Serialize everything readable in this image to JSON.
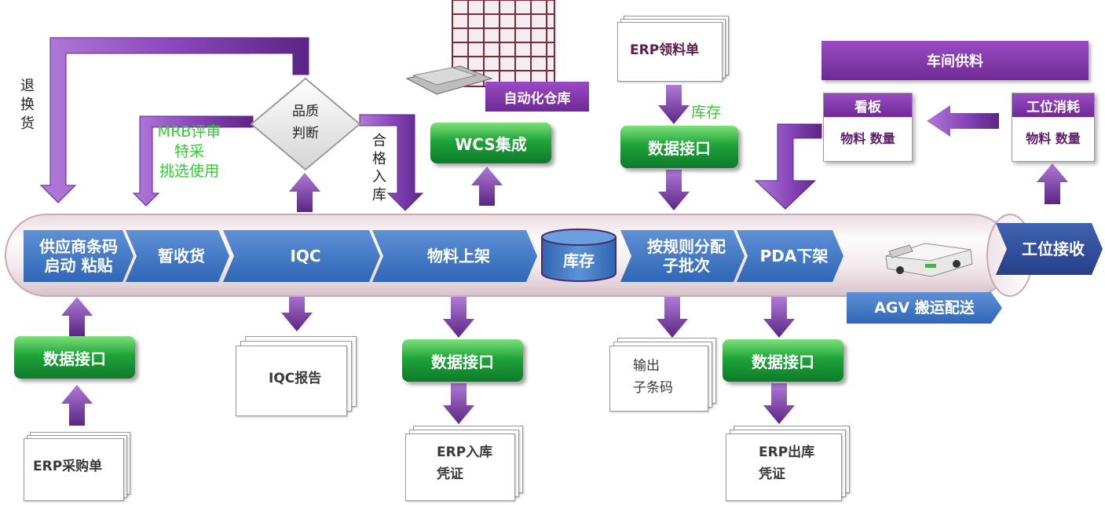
{
  "flow_steps": {
    "supplier": "供应商条码\n启动 粘贴",
    "temp_receive": "暂收货",
    "iqc": "IQC",
    "shelving": "物料上架",
    "inventory": "库存",
    "allocate": "按规则分配\n子批次",
    "pda": "PDA下架",
    "workstation": "工位接收"
  },
  "agv": "AGV 搬运配送",
  "interfaces": {
    "left": "数据接口",
    "shelving": "数据接口",
    "erp_pick": "数据接口",
    "pda": "数据接口"
  },
  "wcs": "WCS集成",
  "auto_warehouse": "自动化仓库",
  "docs": {
    "erp_purchase": "ERP采购单",
    "iqc_report": "IQC报告",
    "erp_in_voucher": "ERP入库\n凭证",
    "output_sub_barcode": "输出\n子条码",
    "erp_out_voucher": "ERP出库\n凭证",
    "erp_pick_list": "ERP领料单"
  },
  "quality": {
    "decision": "品质\n判断"
  },
  "labels": {
    "return_exchange": "退\n换\n货",
    "mrb": "MRB评审\n特采\n挑选使用",
    "pass_in": "合\n格\n入\n库",
    "stock": "库存"
  },
  "workshop": {
    "title": "车间供料",
    "kanban_title": "看板",
    "kanban_body": "物料 数量",
    "consume_title": "工位消耗",
    "consume_body": "物料 数量"
  },
  "colors": {
    "chevron": "#3d72c2",
    "green": "#1fa43a",
    "purple_arrow": "#7a3da8",
    "pipe": "#f3e9ed"
  }
}
